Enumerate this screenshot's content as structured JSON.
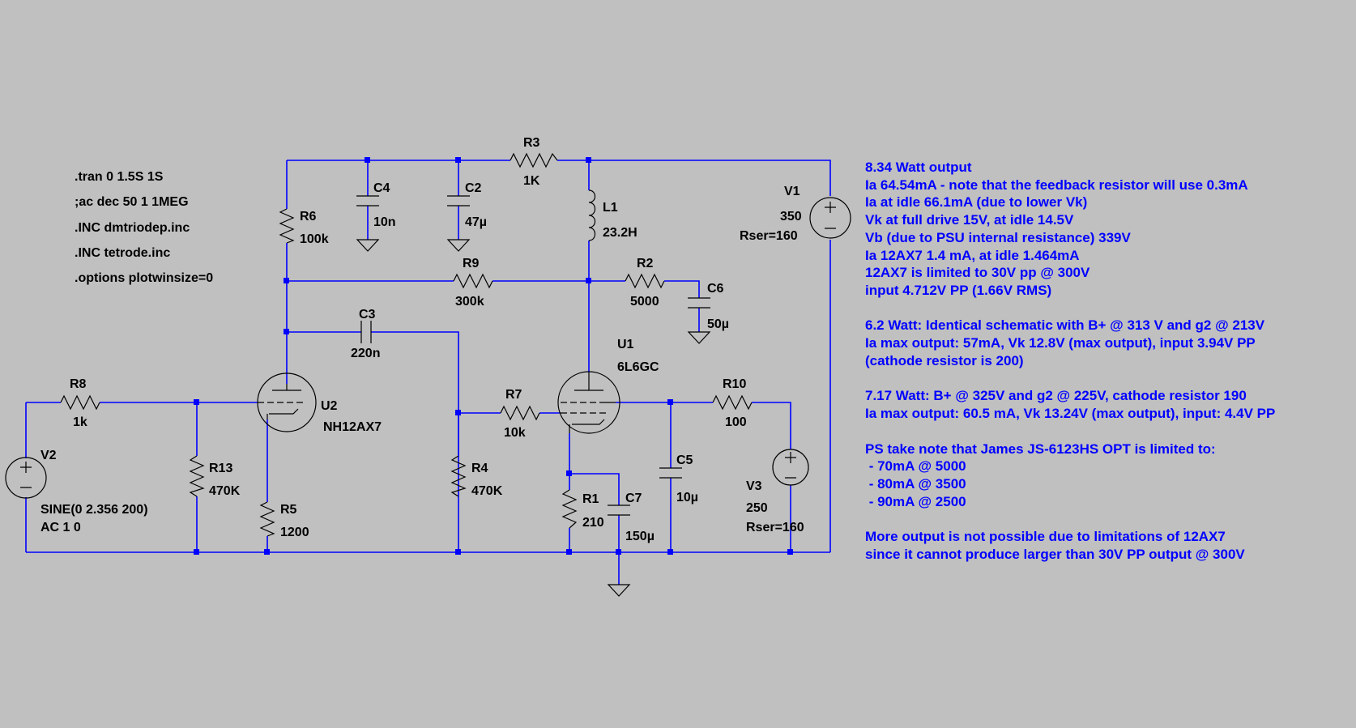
{
  "spice_directives": [
    ".tran 0 1.5S 1S",
    ";ac dec 50 1 1MEG",
    ".INC dmtriodep.inc",
    ".INC tetrode.inc",
    ".options plotwinsize=0"
  ],
  "components": {
    "R3": {
      "name": "R3",
      "value": "1K"
    },
    "C4": {
      "name": "C4",
      "value": "10n"
    },
    "C2": {
      "name": "C2",
      "value": "47µ"
    },
    "R6": {
      "name": "R6",
      "value": "100k"
    },
    "L1": {
      "name": "L1",
      "value": "23.2H"
    },
    "V1": {
      "name": "V1",
      "value": "350",
      "param": "Rser=160"
    },
    "R9": {
      "name": "R9",
      "value": "300k"
    },
    "R2": {
      "name": "R2",
      "value": "5000"
    },
    "C6": {
      "name": "C6",
      "value": "50µ"
    },
    "C3": {
      "name": "C3",
      "value": "220n"
    },
    "U1": {
      "name": "U1",
      "value": "6L6GC"
    },
    "U2": {
      "name": "U2",
      "value": "NH12AX7"
    },
    "R8": {
      "name": "R8",
      "value": "1k"
    },
    "R7": {
      "name": "R7",
      "value": "10k"
    },
    "R10": {
      "name": "R10",
      "value": "100"
    },
    "V2": {
      "name": "V2",
      "value": "SINE(0 2.356 200)",
      "param": "AC 1 0"
    },
    "R13": {
      "name": "R13",
      "value": "470K"
    },
    "R4": {
      "name": "R4",
      "value": "470K"
    },
    "R5": {
      "name": "R5",
      "value": "1200"
    },
    "C5": {
      "name": "C5",
      "value": "10µ"
    },
    "R1": {
      "name": "R1",
      "value": "210"
    },
    "C7": {
      "name": "C7",
      "value": "150µ"
    },
    "V3": {
      "name": "V3",
      "value": "250",
      "param": "Rser=160"
    }
  },
  "notes": [
    "8.34 Watt output",
    "Ia 64.54mA - note that the feedback resistor will use 0.3mA",
    "Ia at idle 66.1mA (due to lower Vk)",
    "Vk at full drive 15V, at idle 14.5V",
    "Vb (due to PSU internal resistance) 339V",
    "Ia 12AX7 1.4 mA, at idle 1.464mA",
    "12AX7 is limited to 30V pp @ 300V",
    "input 4.712V PP (1.66V RMS)",
    "",
    "6.2 Watt: Identical schematic with B+ @ 313 V and g2 @ 213V",
    "Ia max output: 57mA, Vk 12.8V (max output), input 3.94V PP",
    "(cathode resistor is 200)",
    "",
    "7.17 Watt: B+ @ 325V and g2 @ 225V, cathode resistor 190",
    "Ia max output: 60.5 mA, Vk 13.24V (max output), input: 4.4V PP",
    "",
    "PS take note that James JS-6123HS OPT is limited to:",
    " - 70mA @ 5000",
    " - 80mA @ 3500",
    " - 90mA @ 2500",
    "",
    "More output is not possible due to limitations of 12AX7",
    "since it cannot produce larger than 30V PP output @ 300V"
  ],
  "colors": {
    "background": "#c0c0c0",
    "wire": "#0000ff",
    "symbol": "#000000",
    "note": "#0000ff"
  }
}
